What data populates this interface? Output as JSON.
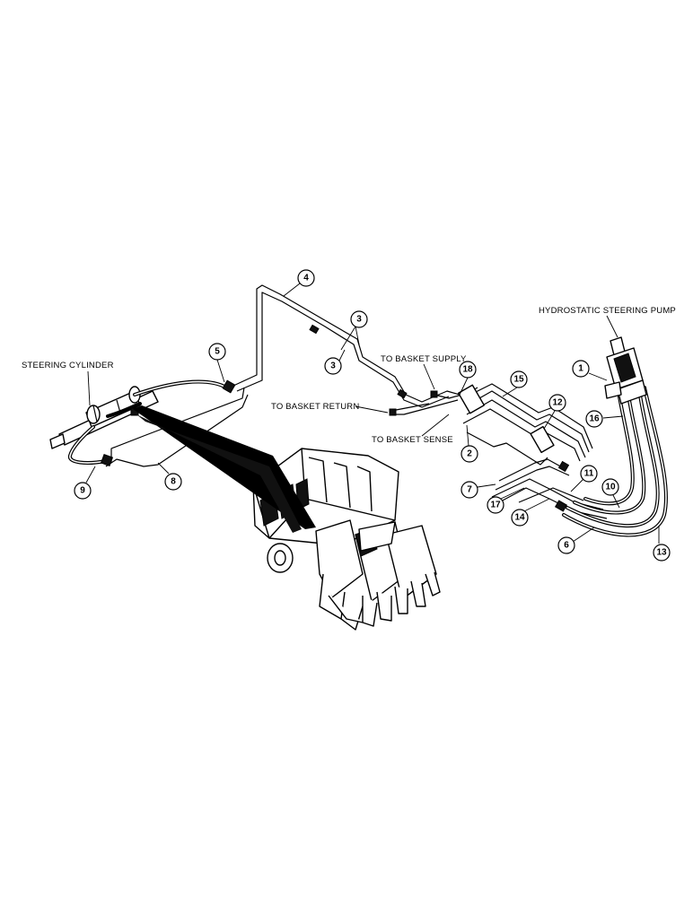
{
  "labels": {
    "steering_cylinder": "STEERING CYLINDER",
    "hydrostatic_pump": "HYDROSTATIC STEERING PUMP",
    "basket_supply": "TO BASKET SUPPLY",
    "basket_return": "TO BASKET RETURN",
    "basket_sense": "TO BASKET SENSE"
  },
  "callouts": {
    "c1": "1",
    "c2": "2",
    "c3a": "3",
    "c3b": "3",
    "c4": "4",
    "c5": "5",
    "c6": "6",
    "c7": "7",
    "c8": "8",
    "c9": "9",
    "c10": "10",
    "c11": "11",
    "c12": "12",
    "c13": "13",
    "c14": "14",
    "c15": "15",
    "c16": "16",
    "c17": "17",
    "c18": "18"
  }
}
